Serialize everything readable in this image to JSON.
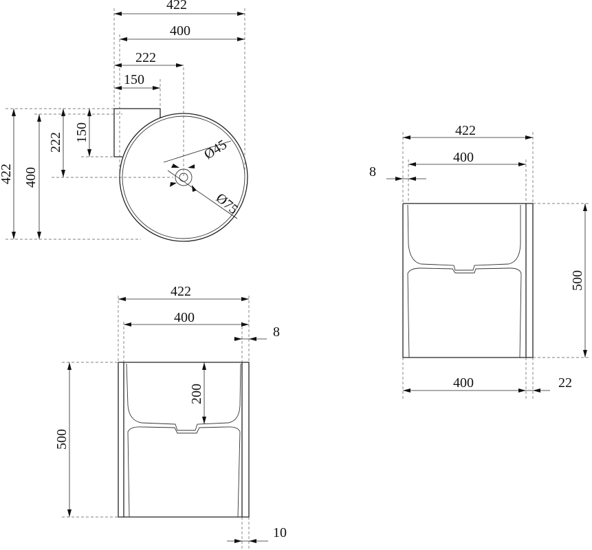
{
  "top_view": {
    "width_overall": "422",
    "width_basin": "400",
    "drain_offset": "222",
    "back_panel_width": "150",
    "back_panel_depth": "150",
    "depth_drain": "222",
    "depth_basin": "400",
    "depth_overall": "422",
    "drain_inner_diameter": "Ø45",
    "drain_outer_diameter": "Ø75"
  },
  "side_view": {
    "width_overall": "422",
    "width_basin": "400",
    "wall_offset": "8",
    "height": "500",
    "bottom_width": "400",
    "side_gap": "22"
  },
  "front_view": {
    "width_overall": "422",
    "width_basin": "400",
    "rim_offset": "8",
    "height": "500",
    "bowl_depth": "200",
    "wall_thickness": "10"
  }
}
